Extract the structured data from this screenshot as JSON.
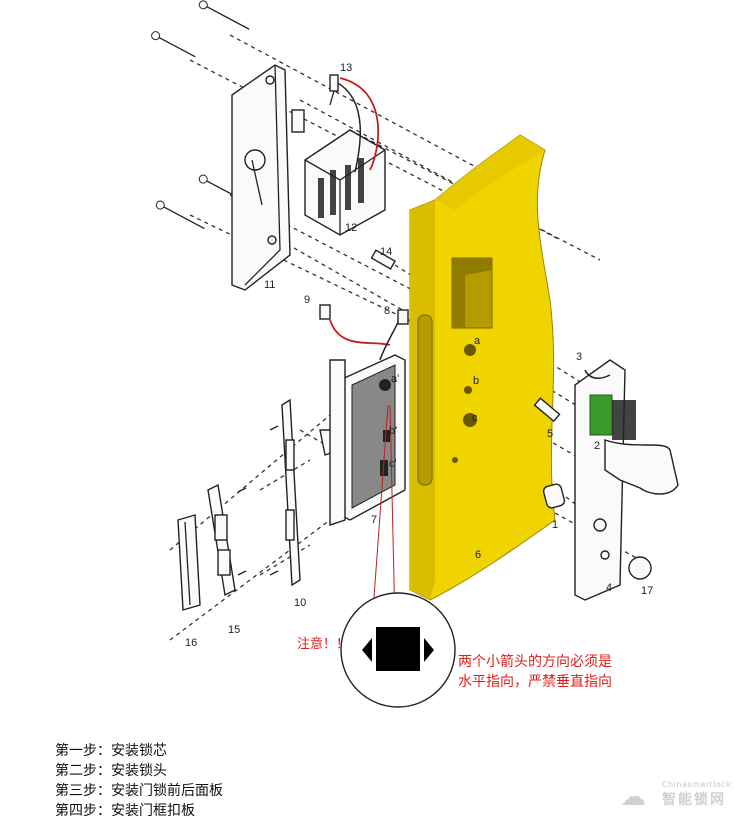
{
  "part_labels": [
    {
      "id": "1",
      "text": "1"
    },
    {
      "id": "2",
      "text": "2"
    },
    {
      "id": "3",
      "text": "3"
    },
    {
      "id": "4",
      "text": "4"
    },
    {
      "id": "5",
      "text": "5"
    },
    {
      "id": "6",
      "text": "6"
    },
    {
      "id": "7",
      "text": "7"
    },
    {
      "id": "8",
      "text": "8"
    },
    {
      "id": "9",
      "text": "9"
    },
    {
      "id": "10",
      "text": "10"
    },
    {
      "id": "11",
      "text": "11"
    },
    {
      "id": "12",
      "text": "12"
    },
    {
      "id": "13",
      "text": "13"
    },
    {
      "id": "14",
      "text": "14"
    },
    {
      "id": "15",
      "text": "15"
    },
    {
      "id": "16",
      "text": "16"
    },
    {
      "id": "17",
      "text": "17"
    }
  ],
  "hole_labels": {
    "a": "a",
    "b": "b",
    "c": "c",
    "a_prime": "a'",
    "b_prime": "b'",
    "c_prime": "c'"
  },
  "warning": {
    "attention": "注意！！",
    "line1": "两个小箭头的方向必须是",
    "line2": "水平指向，严禁垂直指向"
  },
  "steps": [
    "第一步：安装锁芯",
    "第二步：安装锁头",
    "第三步：安装门锁前后面板",
    "第四步：安装门框扣板"
  ],
  "watermark": {
    "line1": "Chinasmartlock",
    "line2": "智能锁网"
  },
  "colors": {
    "door": "#f0d400",
    "door_edge": "#c9ac00",
    "warning": "#e0201a",
    "pcb": "#3a9a2a"
  }
}
